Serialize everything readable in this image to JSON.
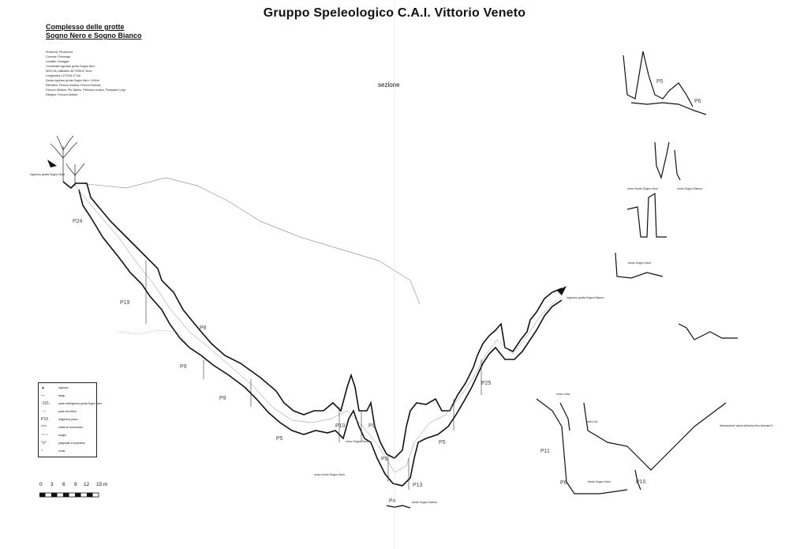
{
  "header": {
    "title": "Gruppo Speleologico C.A.I. Vittorio Veneto",
    "cave_title_line1": "Complesso delle grotte",
    "cave_title_line2": "Sogno Nero e Sogno Bianco",
    "section_label": "sezione"
  },
  "info_lines": [
    "Provincia: Pordenone",
    "Comune: Polcenigo",
    "Località: Cavaggio",
    "Coordinate ingresso grotta Sogno Nero",
    "WGS 84      Latitudine    46°03'56,8\" Nord",
    "                Longitudine   12°24'51,0\" Est",
    "Quota ingresso grotta Sogno Nero: 1040m",
    "Rilevatori: Fenucci Andrea, Fenucci Antonio,",
    "Fenucci Stefano, Pin Valerio, Pelliccia Luciano, Pompanin Luigi",
    "Disegno: Fenucci Andrea"
  ],
  "pitch_labels": {
    "p24": "P24",
    "p19": "P19",
    "p8": "P8",
    "p9a": "P9",
    "p9b": "P9",
    "p5a": "P5",
    "p10": "P10",
    "p9c": "P9",
    "p5b": "P5",
    "p4": "P4",
    "p13": "P13",
    "p5c": "P5",
    "p25": "P25",
    "p11": "P11",
    "p6": "P6",
    "p10b": "P10",
    "p5d": "P5",
    "p6b": "P6"
  },
  "annotations": {
    "ingresso_nero": "Ingresso grotta Sogno Nero",
    "ingresso_bianco": "Ingresso grotta Sogno Bianco",
    "fondo_bianco": "fondo Sogno Bianco",
    "verso_bianco": "verso fondo Sogno Nero",
    "fondo_nero": "fondo Sogno Nero",
    "verso_nero": "verso Sogno Nero",
    "verso_bianco2": "verso Sogno Bianco",
    "ramo_nero": "verso fondo Sogno Nero",
    "ramo_inset": "ramo Inf.",
    "fondo_inset": "fondo Sogno Nero",
    "diramazione": "diramazione vasca (discesa fino fermata?)",
    "camino": "verso Intra"
  },
  "legend": [
    {
      "sym": "▲",
      "text": "ingresso"
    },
    {
      "sym": "—",
      "text": "fango"
    },
    {
      "sym": "-101-",
      "text": "quote dall'ingresso grotta Sogno Nero"
    },
    {
      "sym": "◦ ○",
      "text": "punto del rilievo"
    },
    {
      "sym": "P10",
      "text": "lunghezza pozzo"
    },
    {
      "sym": "^^^",
      "text": "colata di concrezione"
    },
    {
      "sym": "~~~",
      "text": "sorgile"
    },
    {
      "sym": "°o°",
      "text": "poligonale in superficie"
    },
    {
      "sym": "~",
      "text": "corda"
    }
  ],
  "scale": {
    "ticks": [
      "0",
      "3",
      "6",
      "9",
      "12",
      "15 m"
    ]
  }
}
